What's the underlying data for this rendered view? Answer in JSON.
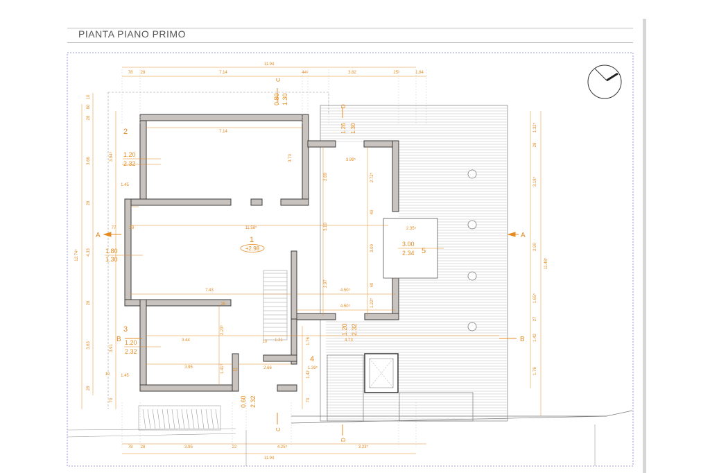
{
  "sheet": {
    "title": "PIANTA PIANO PRIMO",
    "accent_color": "#e58a1f",
    "wall_color": "#c8c3bf",
    "wall_stroke": "#3a3a3a",
    "compass_icon": "north-arrow-icon"
  },
  "rooms": {
    "r1": {
      "number": "1",
      "level": "+2.98"
    },
    "r2": {
      "number": "2"
    },
    "r3": {
      "number": "3"
    },
    "r4": {
      "number": "4"
    },
    "r5": {
      "number": "5"
    }
  },
  "sections": {
    "a": "A",
    "b": "B",
    "c": "C",
    "d": "D"
  },
  "openings": {
    "w_room2_a": "1.20",
    "w_room2_b": "2.32",
    "w_room1_a": "1.80",
    "w_room1_b": "1.30",
    "w_room3_a": "1.20",
    "w_room3_b": "2.32",
    "w_top_a": "0.80",
    "w_top_b": "1.30",
    "w_d_a": "1.26",
    "w_d_b": "1.30",
    "w_terr_a": "3.00",
    "w_terr_b": "2.34",
    "w_stair_a": "1.20",
    "w_stair_b": "2.32",
    "w_bottom_a": "0.60",
    "w_bottom_b": "2.32"
  },
  "dims": {
    "top_total": "11.94",
    "top_78": "78",
    "top_28": "28",
    "top_714": "7.14",
    "top_44": "44⁵",
    "top_382": "3.82",
    "top_25": "25⁵",
    "top_184": "1.84",
    "bot_78": "78",
    "bot_28": "28",
    "bot_395": "3.95",
    "bot_22": "22",
    "bot_425": "4.25⁵",
    "bot_323": "3.23⁵",
    "bot_total": "11.94",
    "left_10": "10",
    "left_80": "80",
    "left_28a": "28",
    "left_366": "3.66",
    "left_28b": "28",
    "left_433": "4.33",
    "left_28c": "28",
    "left_363": "3.63",
    "left_28d": "28",
    "left_70": "70",
    "left_total": "12.74⁵",
    "left_394": "3.94⁵",
    "left_391": "3.91",
    "r_132": "1.32⁵",
    "r_28": "28",
    "r_318": "3.18⁵",
    "r_290": "2.90",
    "r_165": "1.65⁵",
    "r_27": "27",
    "r_142": "1.42",
    "r_176": "1.76",
    "r_total": "11.48⁵",
    "in_714": "7.14",
    "in_145a": "1.45",
    "in_373": "3.73",
    "in_269": "2.69",
    "in_399": "3.99⁵",
    "in_272": "2.72⁵",
    "in_1158": "11.58⁵",
    "in_77": "77",
    "in_28": "28",
    "in_310": "3.10",
    "in_235": "2.35⁵",
    "in_40a": "40",
    "in_300": "3.00",
    "in_40b": "40",
    "in_743": "7.43",
    "in_297": "2.97",
    "in_450a": "4.50⁵",
    "in_450b": "4.50⁵",
    "in_122": "1.22⁵",
    "in_25": "25",
    "in_223": "2.23⁵",
    "in_344": "3.44",
    "in_10": "10",
    "in_121": "1.21",
    "in_176": "1.76",
    "in_473": "4.73",
    "in_395": "3.95",
    "in_141": "1.41⁵",
    "in_22": "22",
    "in_266": "2.66",
    "in_139": "1.39⁵",
    "in_142": "1.42",
    "in_145b": "1.45",
    "in_10b": "10",
    "in_70": "70"
  }
}
